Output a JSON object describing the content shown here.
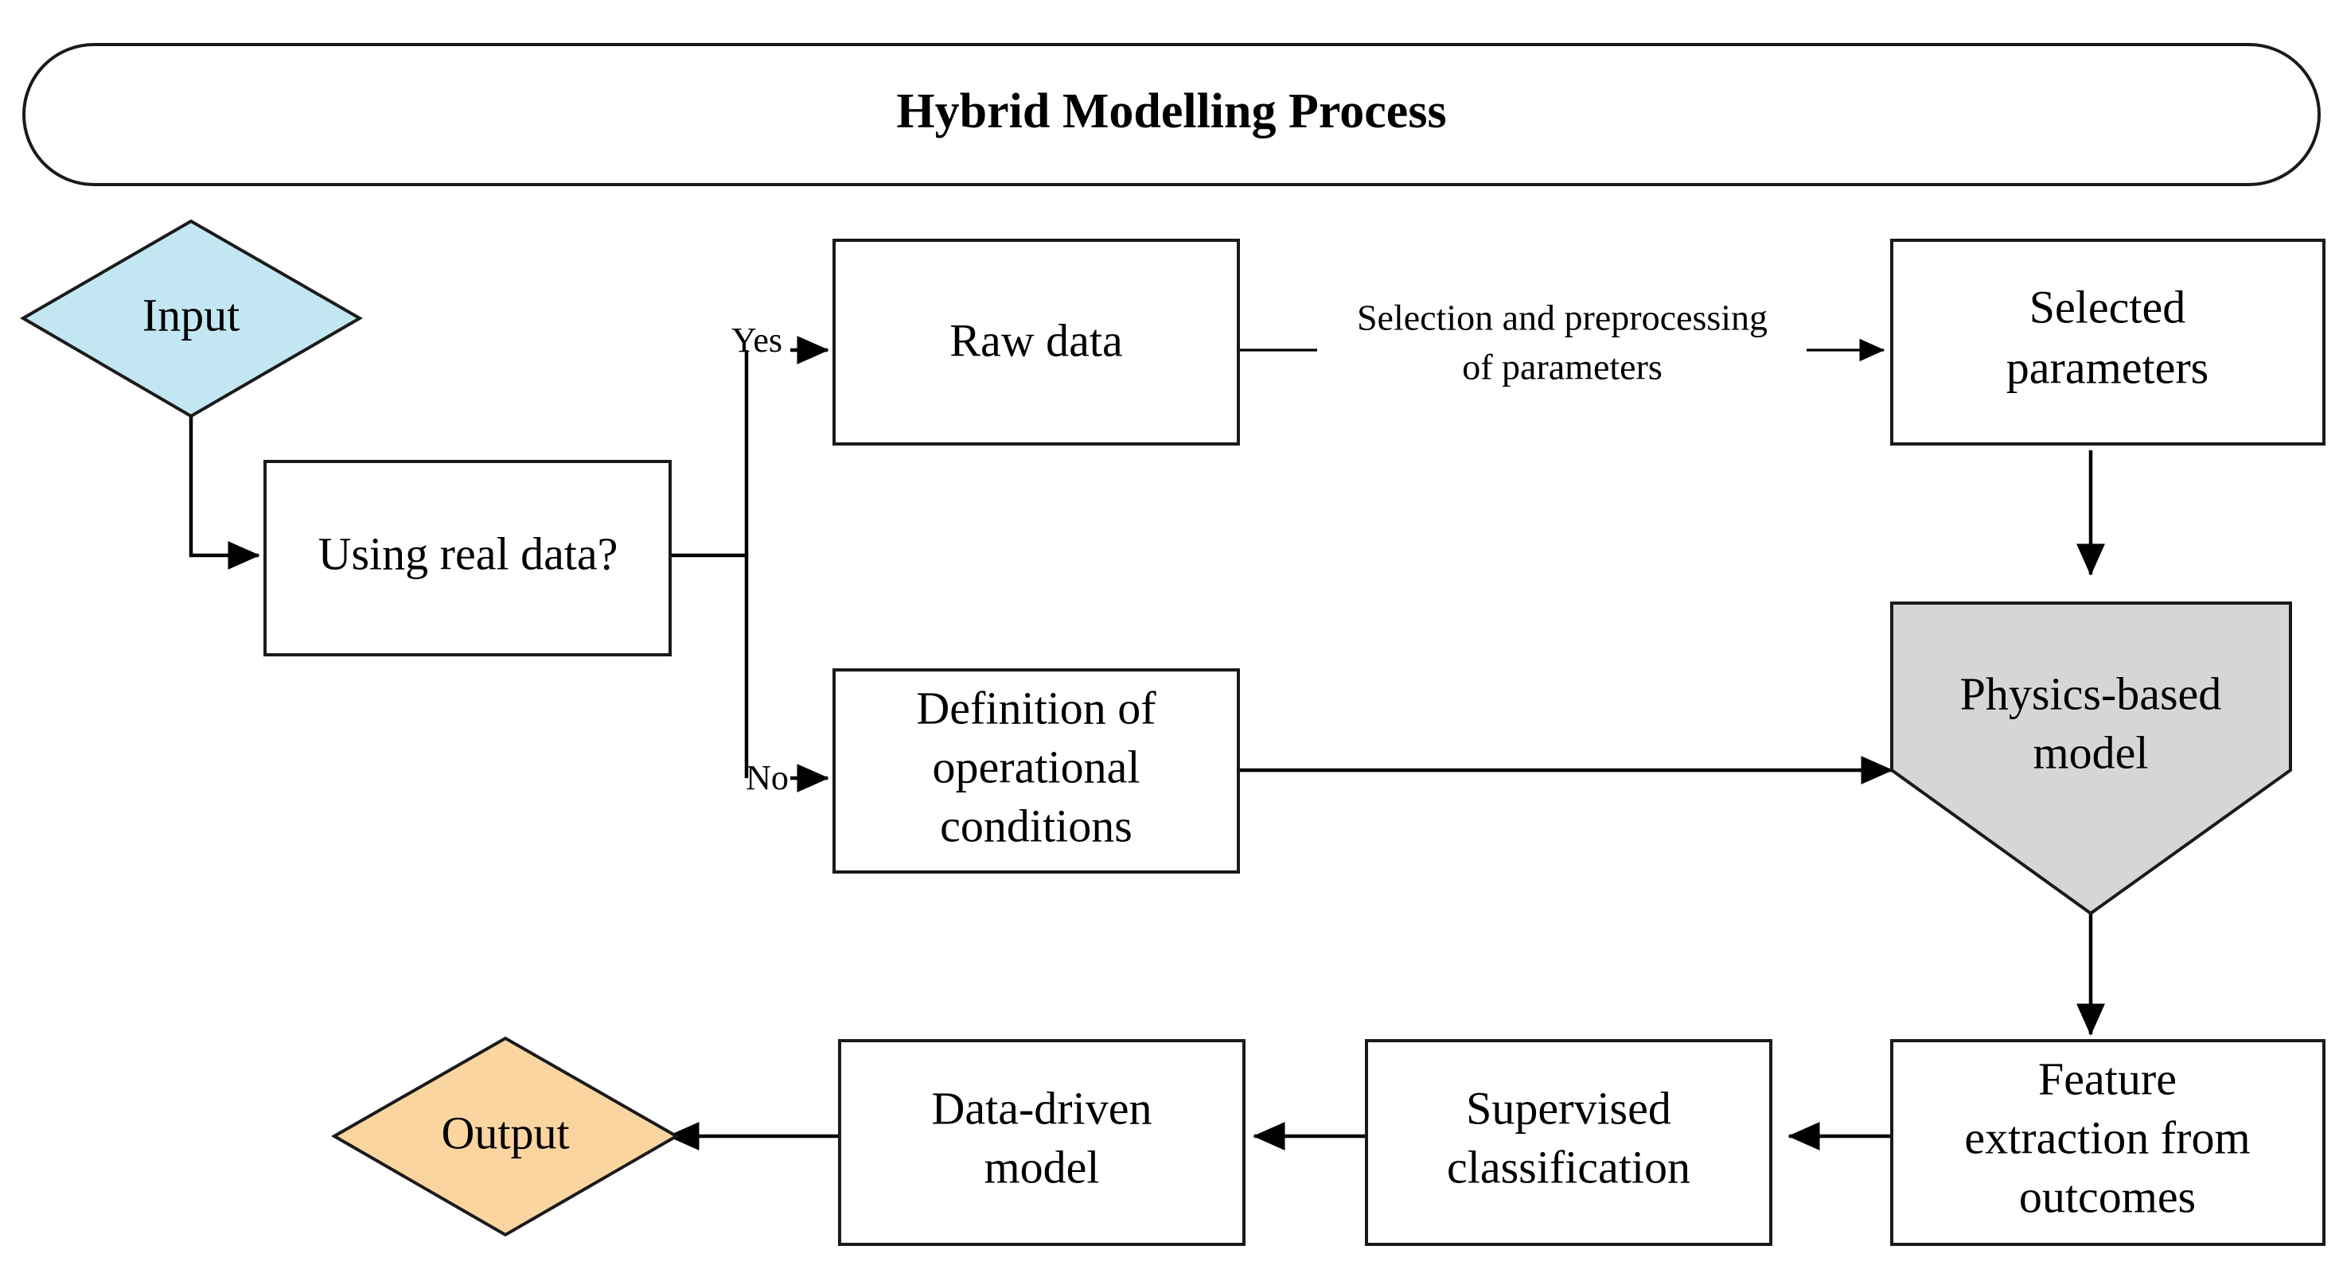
{
  "diagram": {
    "title": "Hybrid Modelling Process",
    "type": "flowchart",
    "background": "#ffffff",
    "colors": {
      "input_fill": "#c3e7f2",
      "output_fill": "#fbd5a0",
      "physics_fill": "#d6d6d6",
      "default_fill": "#ffffff",
      "stroke": "#1a1a1a"
    }
  },
  "nodes": {
    "input": {
      "label": "Input",
      "shape": "diamond"
    },
    "decision": {
      "label": "Using real data?",
      "shape": "rectangle"
    },
    "raw_data": {
      "label": "Raw data",
      "shape": "rectangle"
    },
    "selected_parameters": {
      "line1": "Selected",
      "line2": "parameters",
      "shape": "rectangle"
    },
    "operational_conditions": {
      "line1": "Definition of",
      "line2": "operational",
      "line3": "conditions",
      "shape": "rectangle"
    },
    "physics_model": {
      "line1": "Physics-based",
      "line2": "model",
      "shape": "pentagon-down"
    },
    "feature_extraction": {
      "line1": "Feature",
      "line2": "extraction from",
      "line3": "outcomes",
      "shape": "rectangle"
    },
    "supervised_classification": {
      "line1": "Supervised",
      "line2": "classification",
      "shape": "rectangle"
    },
    "data_driven_model": {
      "line1": "Data-driven",
      "line2": "model",
      "shape": "rectangle"
    },
    "output": {
      "label": "Output",
      "shape": "diamond"
    }
  },
  "edge_labels": {
    "yes": "Yes",
    "no": "No",
    "preprocessing_line1": "Selection and preprocessing",
    "preprocessing_line2": "of parameters"
  }
}
